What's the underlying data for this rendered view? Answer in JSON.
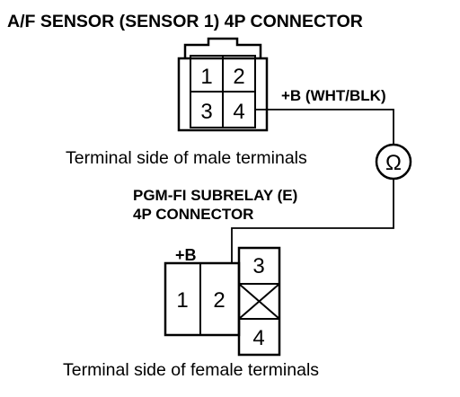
{
  "connector1": {
    "title": "A/F SENSOR (SENSOR 1) 4P CONNECTOR",
    "pins": [
      "1",
      "2",
      "3",
      "4"
    ],
    "side_label": "Terminal side of male terminals"
  },
  "wire": {
    "label": "+B (WHT/BLK)"
  },
  "meter": {
    "symbol": "Ω"
  },
  "connector2": {
    "title_line1": "PGM-FI SUBRELAY (E)",
    "title_line2": "4P CONNECTOR",
    "b_label": "+B",
    "pins": [
      "1",
      "2",
      "3",
      "4"
    ],
    "side_label": "Terminal side of female terminals"
  }
}
